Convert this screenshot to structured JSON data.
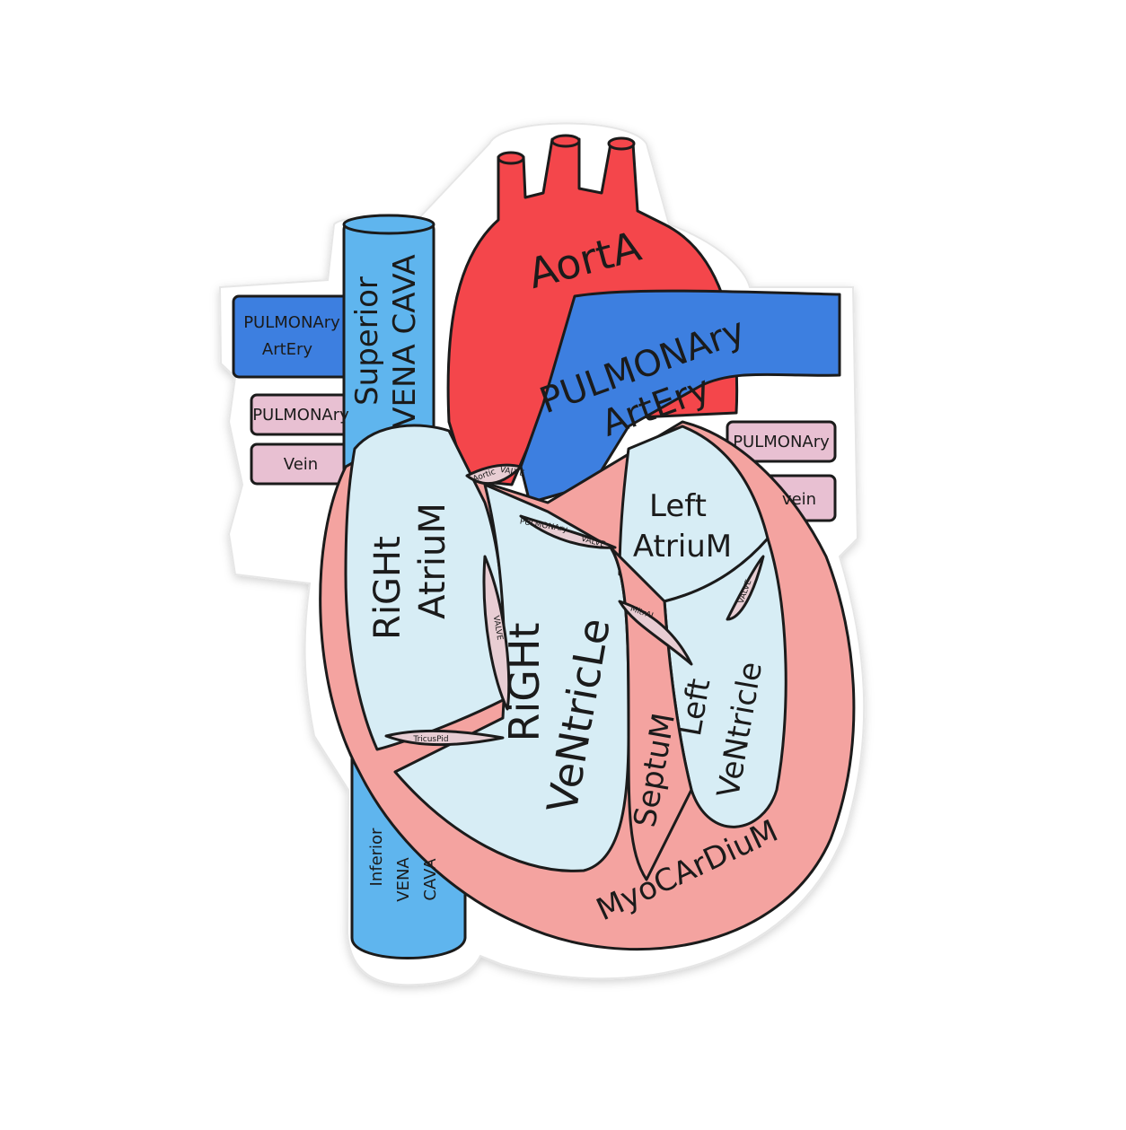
{
  "colors": {
    "aorta": "#f4464b",
    "pulmonary_artery": "#3d7fe0",
    "vena_cava": "#5fb5ee",
    "pulmonary_vein": "#e8c0d2",
    "chamber": "#d7edf5",
    "myocardium": "#f4a3a0",
    "valve": "#e8cdd3",
    "outline": "#1b1b1b"
  },
  "labels": {
    "aorta": "AortA",
    "pulmonary_artery_main_1": "PULMONAry",
    "pulmonary_artery_main_2": "ArtEry",
    "pulmonary_artery_left_1": "PULMONAry",
    "pulmonary_artery_left_2": "ArtEry",
    "superior_vena_cava_1": "Superior",
    "superior_vena_cava_2": "VENA CAVA",
    "pulmonary_vein_left_1": "PULMONAry",
    "pulmonary_vein_left_2": "Vein",
    "pulmonary_vein_right_1": "PULMONAry",
    "pulmonary_vein_right_2": "vein",
    "right_atrium_1": "RiGHt",
    "right_atrium_2": "AtriuM",
    "left_atrium_1": "Left",
    "left_atrium_2": "AtriuM",
    "right_ventricle_1": "RiGHt",
    "right_ventricle_2": "VeNtricLe",
    "left_ventricle_1": "Left",
    "left_ventricle_2": "VeNtricle",
    "septum": "SeptuM",
    "myocardium": "MyoCArDiuM",
    "inferior_vena_cava_1": "Inferior",
    "inferior_vena_cava_2": "VENA",
    "inferior_vena_cava_3": "CAVA",
    "tricuspid": "TricusPid",
    "mitral": "MitrAL",
    "valve_1": "VALVE",
    "valve_2": "VALVE",
    "valve_3": "VALVE",
    "valve_4": "VALVE",
    "aortic": "Aortic",
    "pulmonary_valve_1": "PULMONAry",
    "pulmonary_valve_2": "VALVE"
  }
}
